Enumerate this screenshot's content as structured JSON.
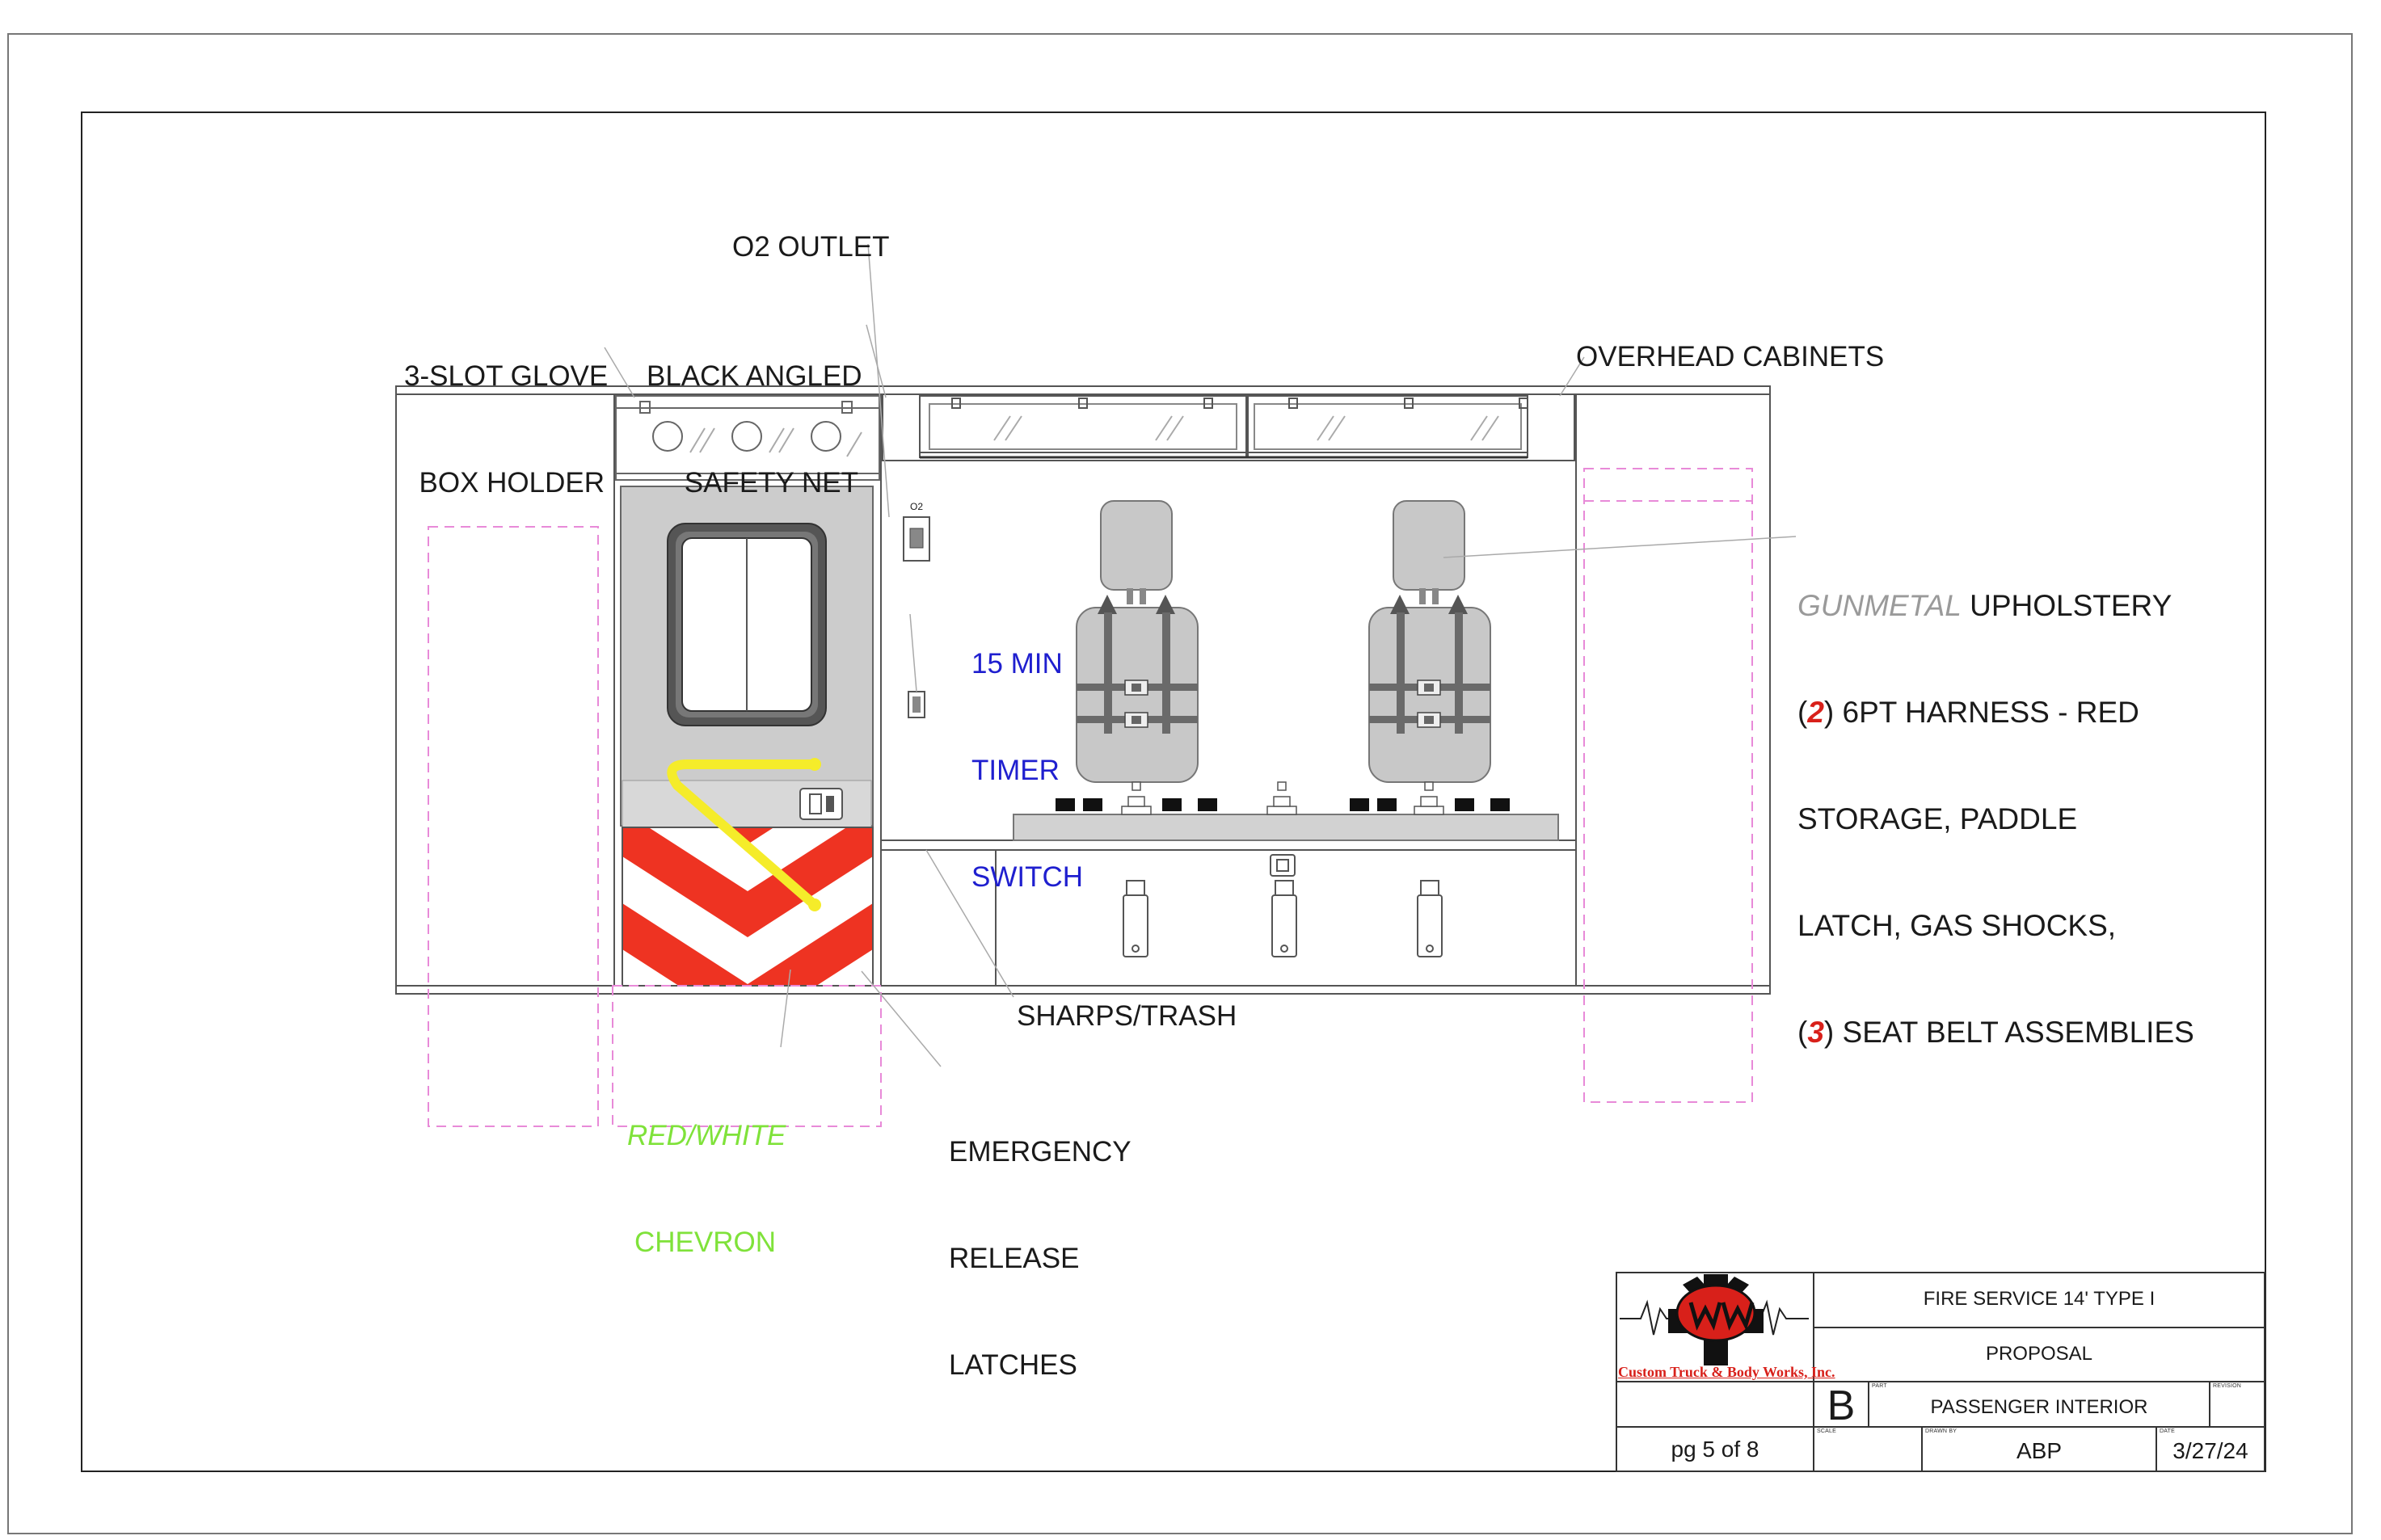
{
  "labels": {
    "o2_outlet": "O2 OUTLET",
    "glove_box_holder": [
      "3-SLOT GLOVE",
      "BOX HOLDER"
    ],
    "safety_net": [
      "BLACK ANGLED",
      "SAFETY NET"
    ],
    "overhead_cabinets": "OVERHEAD CABINETS",
    "timer_switch": [
      "15 MIN",
      "TIMER",
      "SWITCH"
    ],
    "sharps_trash": "SHARPS/TRASH",
    "chevron": [
      "RED/WHITE",
      "CHEVRON"
    ],
    "emergency_latches": [
      "EMERGENCY",
      "RELEASE",
      "LATCHES"
    ],
    "o2_plate": "O2",
    "upholstery": {
      "color_word": "GUNMETAL",
      "line1_rest": " UPHOLSTERY",
      "qty_harness": "2",
      "line2_rest": " 6PT HARNESS - RED",
      "line3": "STORAGE, PADDLE",
      "line4": "LATCH, GAS SHOCKS,",
      "qty_belts": "3",
      "line5_rest": " SEAT BELT ASSEMBLIES",
      "open_paren": "(",
      "close_paren": ")"
    }
  },
  "title_block": {
    "project": "FIRE SERVICE 14' TYPE I",
    "status": "PROPOSAL",
    "part": "PASSENGER INTERIOR",
    "size": "B",
    "drawn_by": "ABP",
    "date": "3/27/24",
    "page": "pg 5 of 8",
    "field_part": "PART",
    "field_revision": "REVISION",
    "field_scale": "SCALE",
    "field_drawn_by": "DRAWN BY",
    "field_date": "DATE",
    "company": "Custom Truck & Body Works, Inc."
  },
  "colors": {
    "chevron_red": "#ee3322",
    "chevron_white": "#ffffff",
    "handle_yellow": "#f5ec2a",
    "seat_gray": "#c8c8c8",
    "strap_gray": "#6a6a6a",
    "panel_gray": "#d2d2d2",
    "storage_outline": "#e88ad8",
    "label_blue": "#1f1fcf",
    "label_green": "#7fe23a",
    "logo_red": "#d8201a"
  }
}
